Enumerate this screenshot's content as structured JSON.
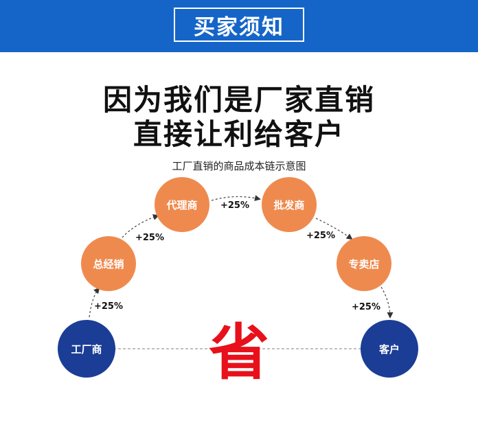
{
  "banner": {
    "title": "买家须知"
  },
  "headline": {
    "line1": "因为我们是厂家直销",
    "line2": "直接让利给客户"
  },
  "diagram": {
    "subtitle": "工厂直销的商品成本链示意图",
    "nodes": [
      {
        "label": "工厂商"
      },
      {
        "label": "总经销"
      },
      {
        "label": "代理商"
      },
      {
        "label": "批发商"
      },
      {
        "label": "专卖店"
      },
      {
        "label": "客户"
      }
    ],
    "markups": [
      "+25%",
      "+25%",
      "+25%",
      "+25%",
      "+25%"
    ],
    "saving_label": "省",
    "colors": {
      "endpoint": "#1b3d96",
      "middle": "#ef8a4e",
      "save": "#e8101a",
      "banner": "#1565c8"
    }
  }
}
